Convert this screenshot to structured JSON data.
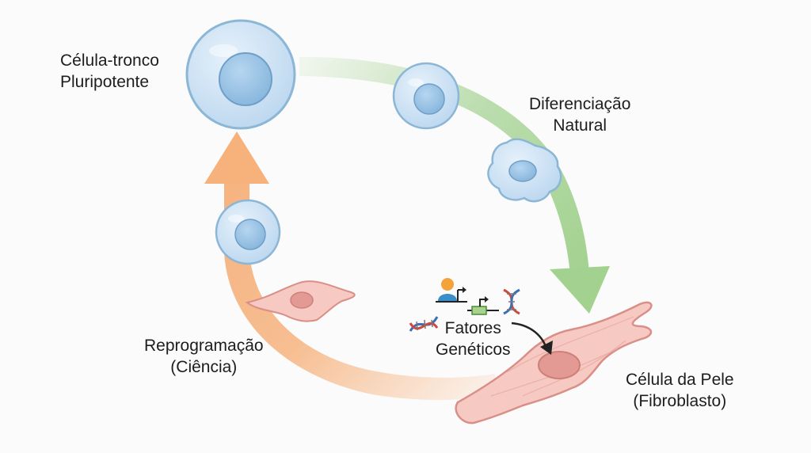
{
  "labels": {
    "pluripotent": {
      "line1": "Célula-tronco",
      "line2": "Pluripotente"
    },
    "differentiation": {
      "line1": "Diferenciação",
      "line2": "Natural"
    },
    "reprogramming": {
      "line1": "Reprogramação",
      "line2": "(Ciência)"
    },
    "skin_cell": {
      "line1": "Célula da Pele",
      "line2": "(Fibroblasto)"
    },
    "genetic_factors": {
      "line1": "Fatores",
      "line2": "Genéticos"
    }
  },
  "colors": {
    "differentiation_arrow": "#9fd08c",
    "reprogramming_arrow": "#f6b37f",
    "stem_cell_fill": "#cfe4f6",
    "stem_cell_stroke": "#8bb6d6",
    "nucleus_fill": "#9cc6e8",
    "fibroblast_fill": "#f6c9c2",
    "fibroblast_stroke": "#d98f88",
    "fibroblast_nucleus": "#e39a94",
    "dna_blue": "#3b6fb5",
    "dna_red": "#d0483d"
  },
  "icons": [
    "scientist-icon",
    "gene-promoter-icon",
    "dna-helix-icon"
  ]
}
